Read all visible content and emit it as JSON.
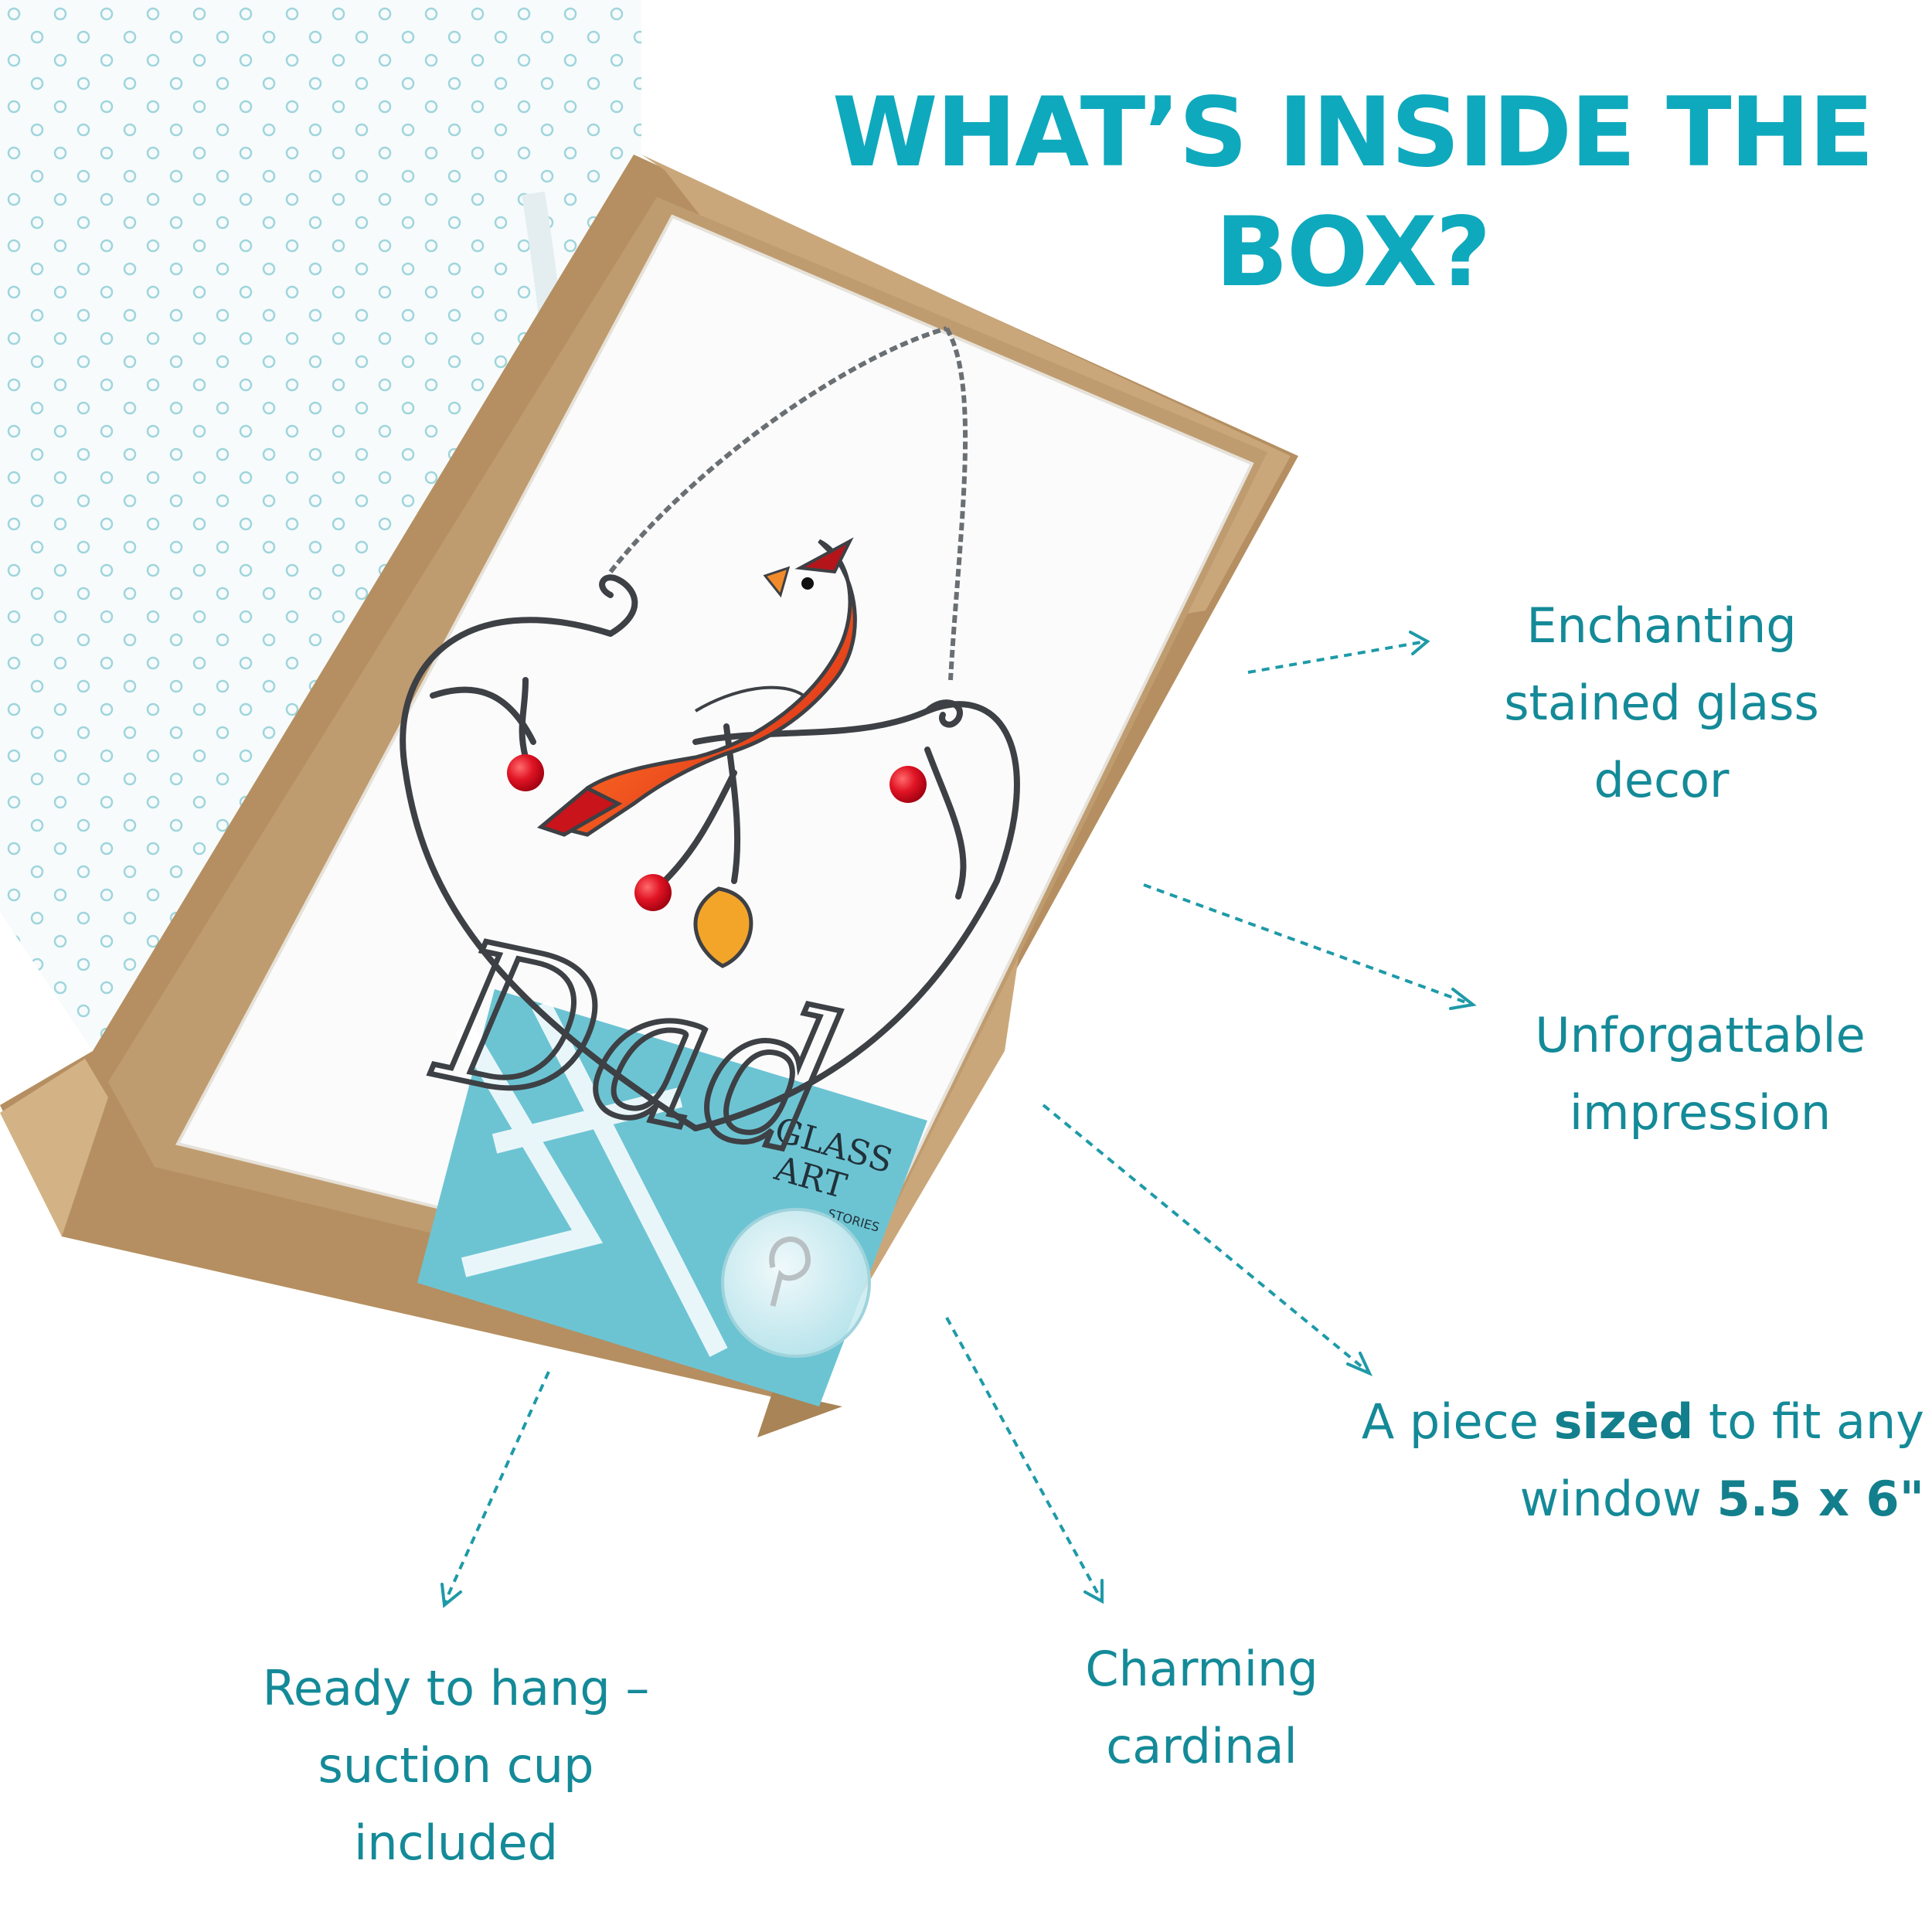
{
  "headline": {
    "line1": "WHAT’S INSIDE THE",
    "line2": "BOX?"
  },
  "features": {
    "decor": {
      "line1": "Enchanting",
      "line2": "stained glass",
      "line3": "decor"
    },
    "impression": {
      "line1": "Unforgattable",
      "line2": "impression"
    },
    "size": {
      "pre": "A piece ",
      "bold": "sized",
      "post": " to fit any",
      "line2_pre": "window ",
      "line2_bold": "5.5 x 6\""
    },
    "cardinal": {
      "line1": "Charming",
      "line2": "cardinal"
    },
    "hang": {
      "line1": "Ready to hang –",
      "line2": "suction cup",
      "line3": "included"
    }
  },
  "product": {
    "word": "Dad",
    "card_brand_line1": "GLASS",
    "card_brand_line2": "ART",
    "card_brand_line3": "STORIES"
  },
  "colors": {
    "accent": "#0fa9bd",
    "text": "#148a98",
    "cardboard": "#c9a97e",
    "card": "#6cc4d3",
    "cardinal": "#e83b1c"
  }
}
